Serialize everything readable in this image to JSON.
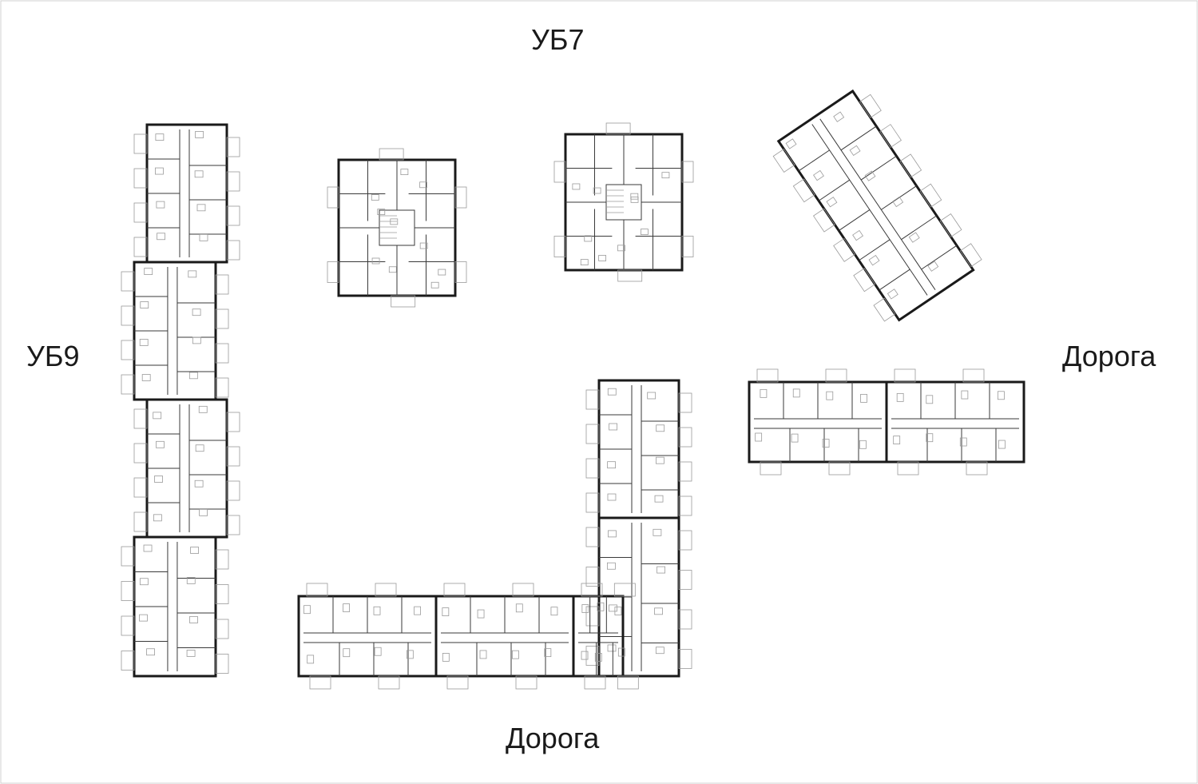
{
  "labels": {
    "top": "УБ7",
    "left": "УБ9",
    "right": "Дорога",
    "bottom": "Дорога"
  },
  "colors": {
    "ink": "#1a1a1a",
    "background": "#ffffff"
  }
}
